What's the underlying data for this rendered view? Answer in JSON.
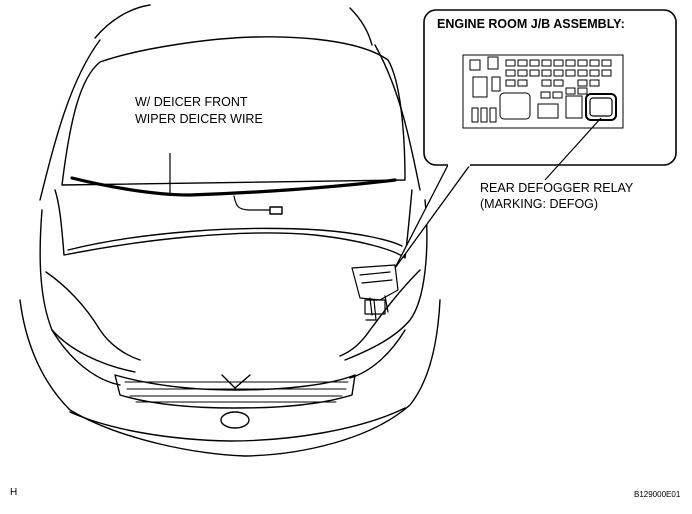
{
  "labels": {
    "deicer_line1": "W/ DEICER FRONT",
    "deicer_line2": "WIPER DEICER WIRE",
    "inset_title": "ENGINE ROOM J/B ASSEMBLY:",
    "relay_line1": "REAR DEFOGGER RELAY",
    "relay_line2": "(MARKING: DEFOG)",
    "corner_code": "H",
    "figure_code": "B129000E01"
  }
}
